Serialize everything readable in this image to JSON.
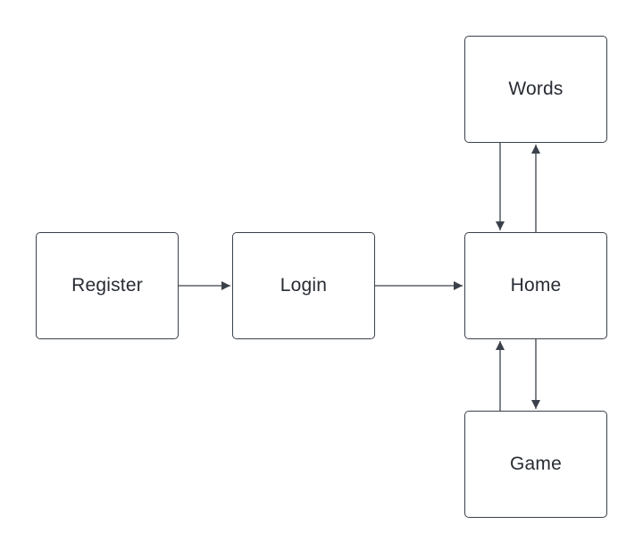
{
  "diagram": {
    "nodes": {
      "register": "Register",
      "login": "Login",
      "home": "Home",
      "words": "Words",
      "game": "Game"
    },
    "edges": [
      {
        "from": "Register",
        "to": "Login"
      },
      {
        "from": "Login",
        "to": "Home"
      },
      {
        "from": "Words",
        "to": "Home"
      },
      {
        "from": "Home",
        "to": "Words"
      },
      {
        "from": "Home",
        "to": "Game"
      },
      {
        "from": "Game",
        "to": "Home"
      }
    ],
    "colors": {
      "stroke": "#3a414a",
      "text": "#282c33",
      "background": "#ffffff"
    }
  }
}
